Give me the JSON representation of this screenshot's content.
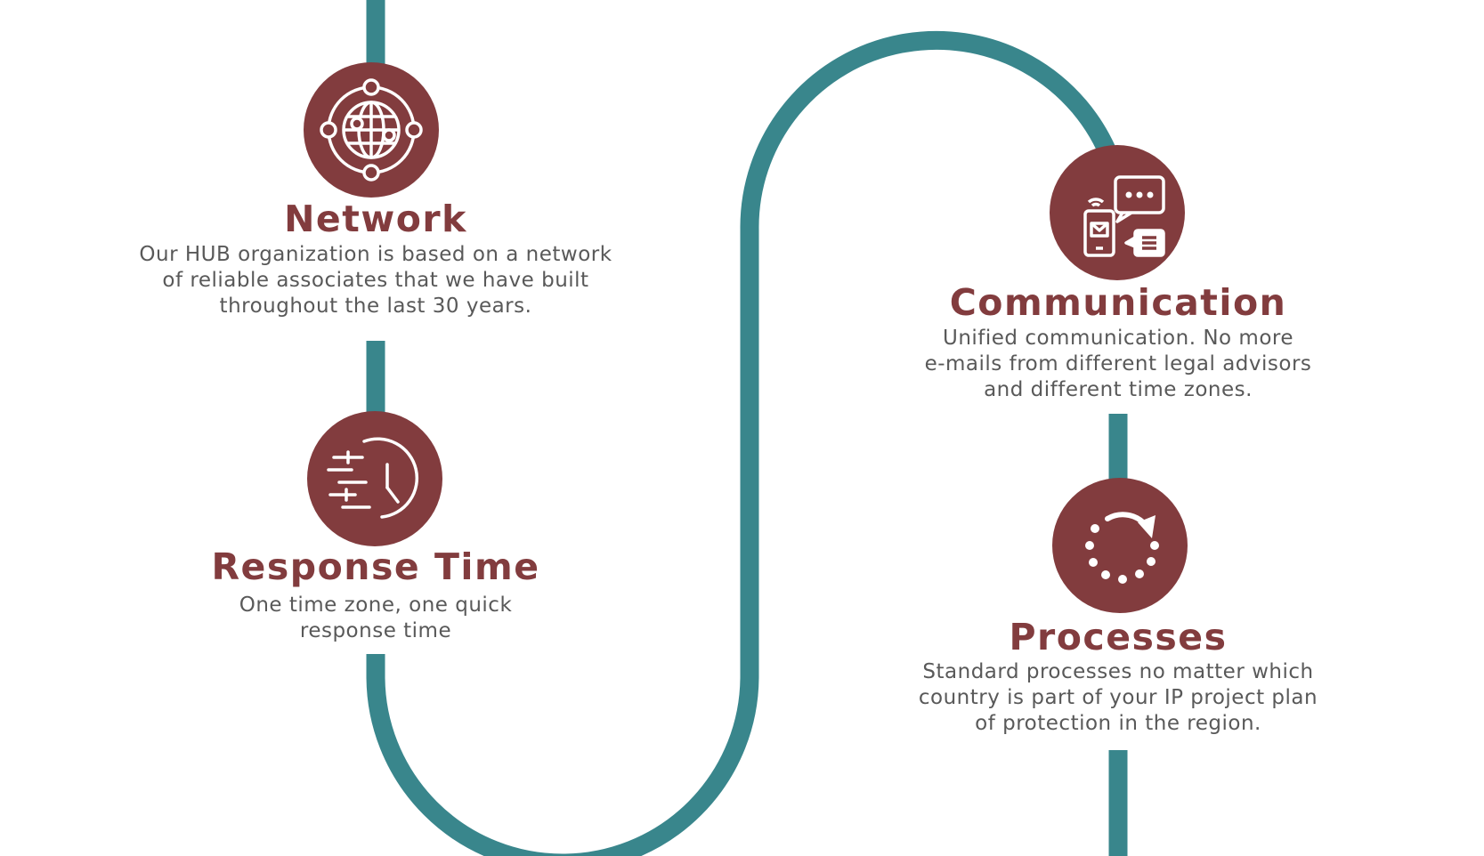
{
  "colors": {
    "path": "#39868c",
    "circle": "#823c3e",
    "title": "#823c3e",
    "text": "#595959"
  },
  "items": [
    {
      "title": "Network",
      "icon": "globe-network-icon",
      "lines": [
        "Our HUB organization is based on a network",
        "of reliable associates that we have built",
        "throughout the last 30 years."
      ]
    },
    {
      "title": "Response Time",
      "icon": "fast-clock-icon",
      "lines": [
        "One time zone, one quick",
        "response time"
      ]
    },
    {
      "title": "Communication",
      "icon": "chat-devices-icon",
      "lines": [
        "Unified communication. No more",
        "e-mails from different legal advisors",
        "and different time zones."
      ]
    },
    {
      "title": "Processes",
      "icon": "cycle-arrow-icon",
      "lines": [
        "Standard processes no matter which",
        "country is part of your IP project plan",
        "of protection in the region."
      ]
    }
  ]
}
